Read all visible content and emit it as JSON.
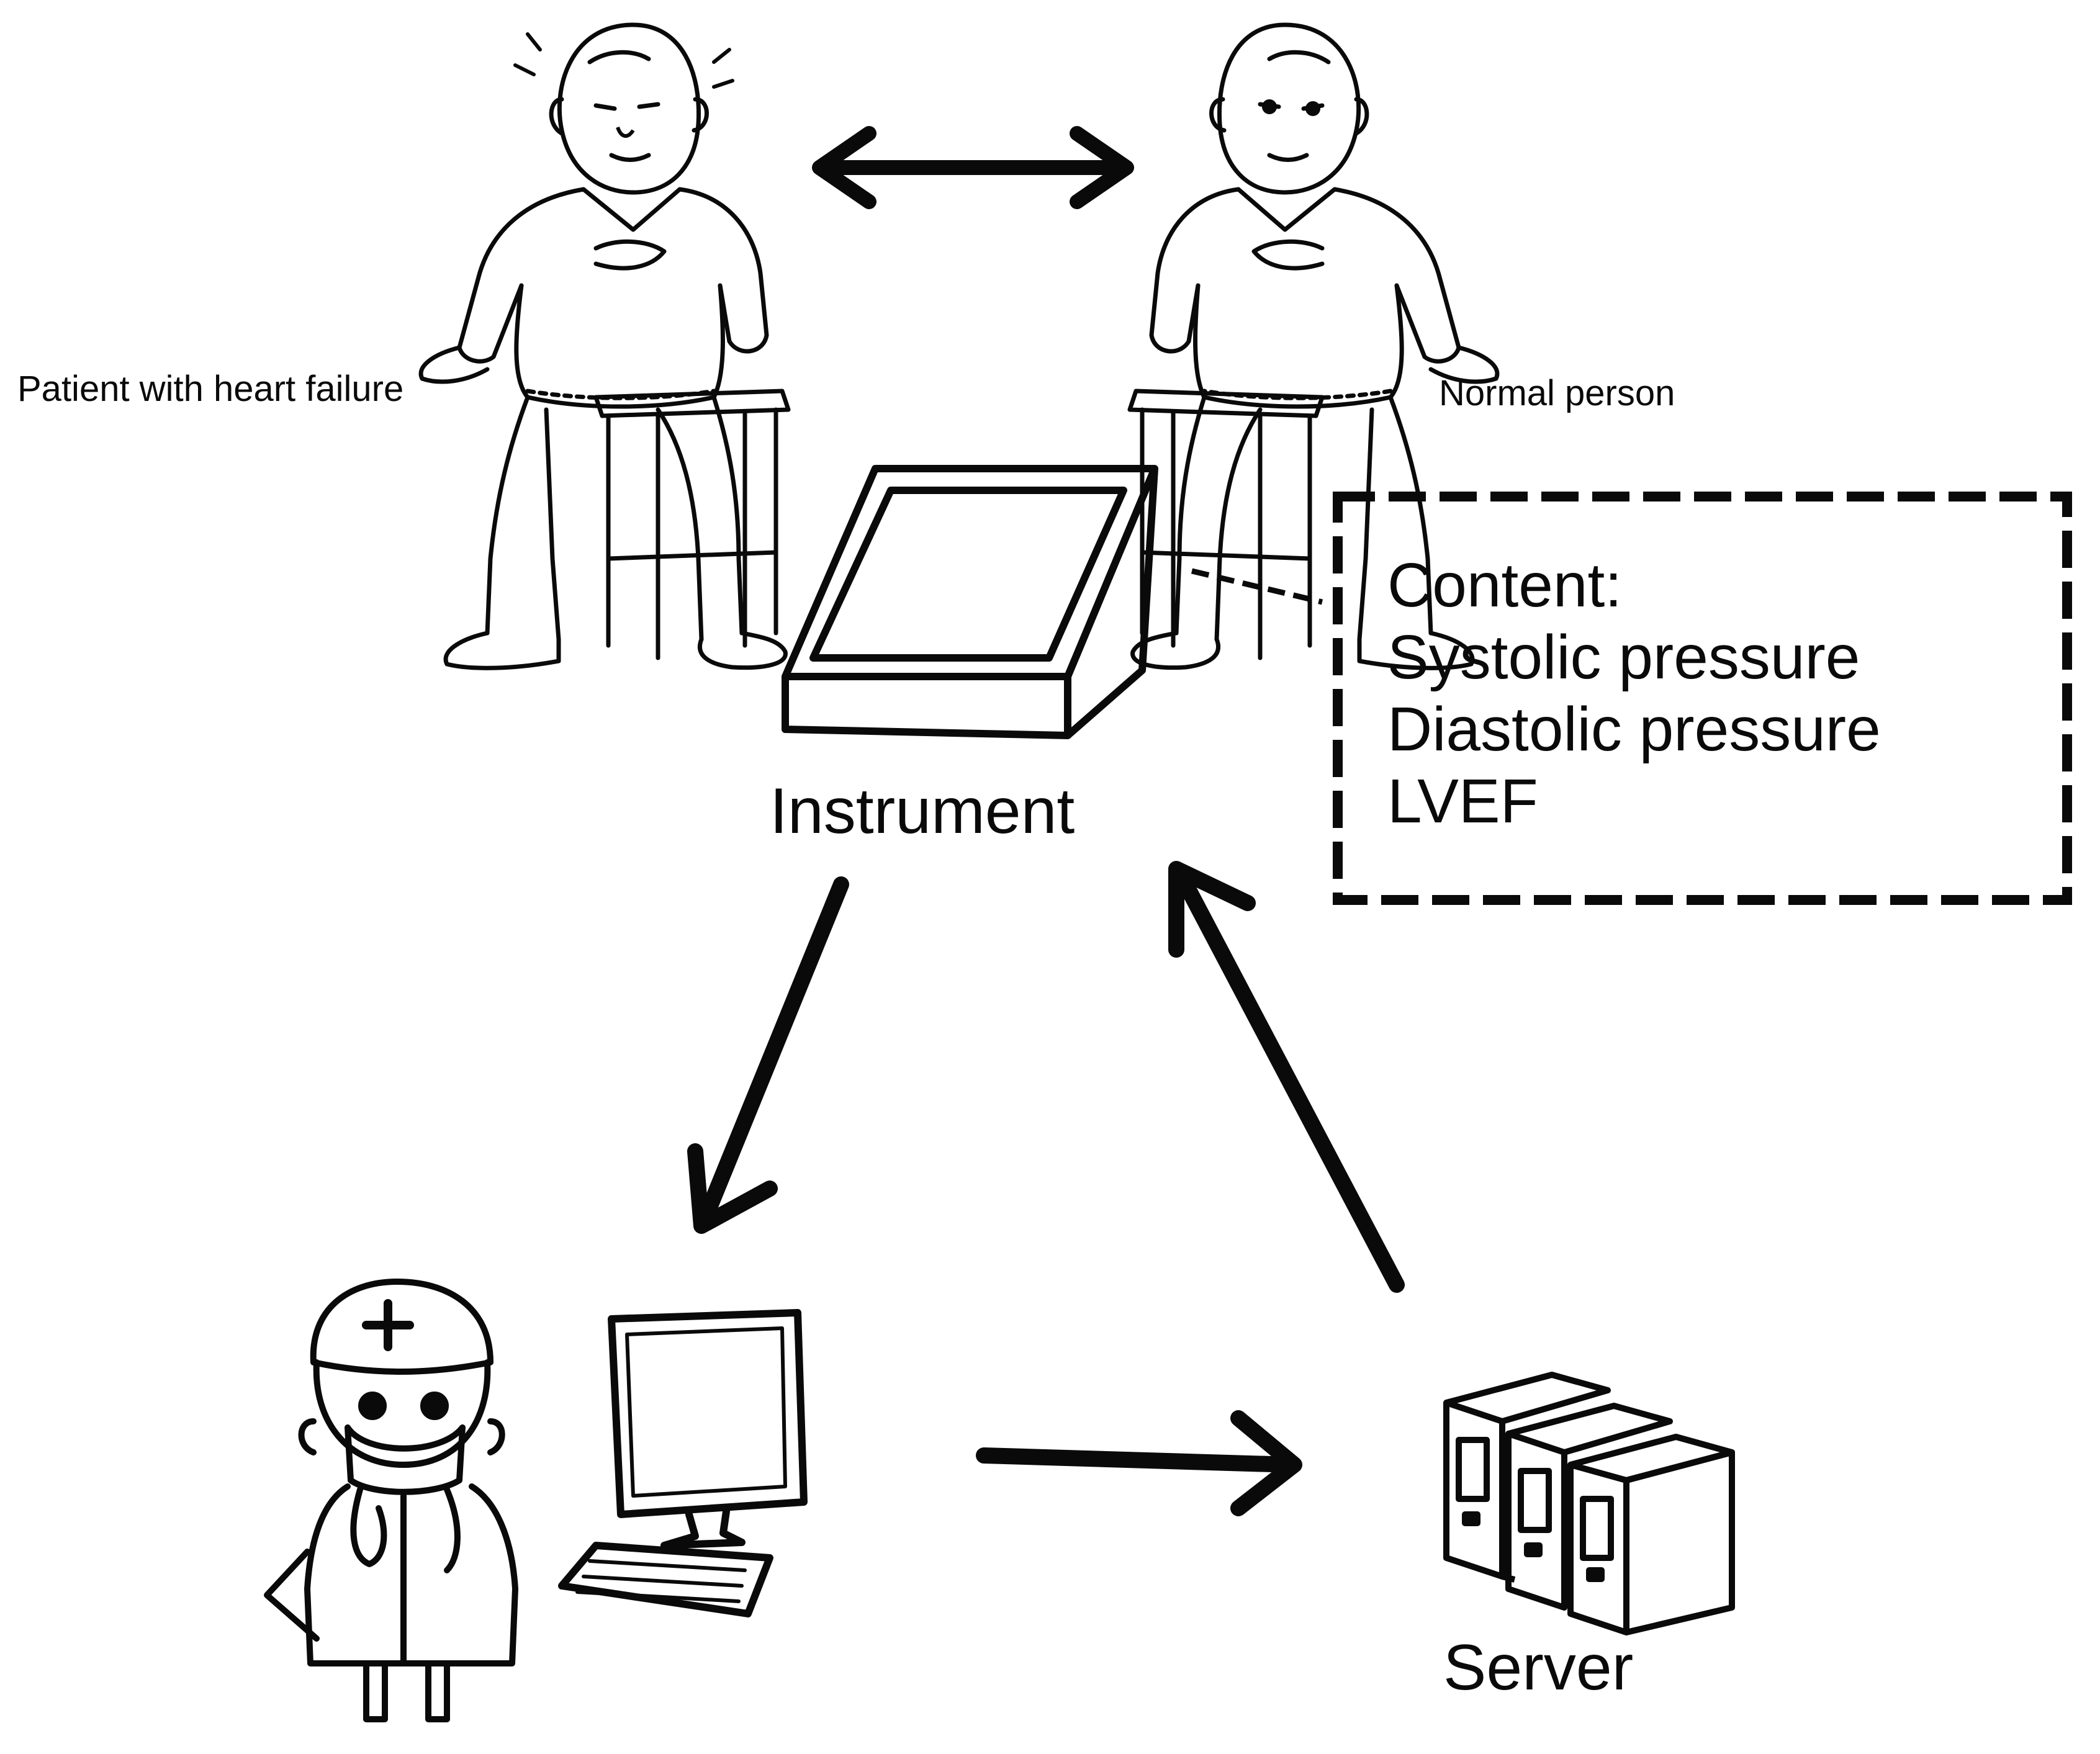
{
  "labels": {
    "patient": "Patient with heart failure",
    "normal": "Normal person",
    "instrument": "Instrument",
    "server": "Server"
  },
  "content_box": {
    "heading": "Content:",
    "items": [
      "Systolic pressure",
      "Diastolic pressure",
      "LVEF"
    ]
  },
  "icons": {
    "patient": "sick-elderly-man-on-stool-icon",
    "normal": "healthy-elderly-man-on-stool-icon",
    "instrument": "measuring-instrument-icon",
    "doctor": "doctor-icon",
    "computer": "desktop-computer-icon",
    "server": "server-rack-icon"
  },
  "colors": {
    "stroke": "#0a0a0a",
    "background": "#ffffff"
  }
}
